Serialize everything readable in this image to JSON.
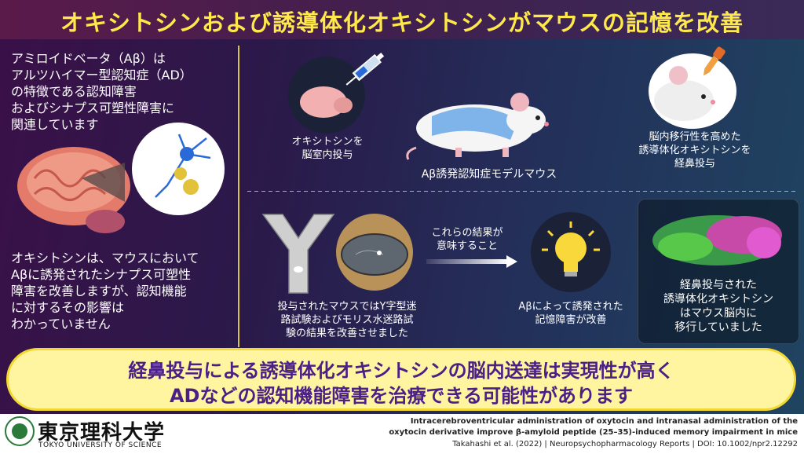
{
  "title": "オキシトシンおよび誘導体化オキシトシンがマウスの記憶を改善",
  "left": {
    "intro_lines": [
      "アミロイドベータ（Aβ）は",
      "アルツハイマー型認知症（AD）",
      "の特徴である認知障害",
      "およびシナプス可塑性障害に",
      "関連しています"
    ],
    "body_lines": [
      "オキシトシンは、マウスにおいて",
      "Aβに誘発されたシナプス可塑性",
      "障害を改善しますが、認知機能",
      "に対するその影響は",
      "わかっていません"
    ]
  },
  "top": {
    "icv_caption": [
      "オキシトシンを",
      "脳室内投与"
    ],
    "mouse_caption": "Aβ誘発認知症モデルマウス",
    "nasal_caption": [
      "脳内移行性を高めた",
      "誘導体化オキシトシンを",
      "経鼻投与"
    ]
  },
  "bottom": {
    "maze_caption": [
      "投与されたマウスではY字型迷",
      "路試験およびモリス水迷路試",
      "験の結果を改善させました"
    ],
    "arrow_caption": [
      "これらの結果が",
      "意味すること"
    ],
    "bulb_caption": [
      "Aβによって誘発された",
      "記憶障害が改善"
    ],
    "brain_caption": [
      "経鼻投与された",
      "誘導体化オキシトシン",
      "はマウス脳内に",
      "移行していました"
    ]
  },
  "conclusion": {
    "line1": "経鼻投与による誘導体化オキシトシンの脳内送達は実現性が高く",
    "line2": "ADなどの認知機能障害を治療できる可能性があります"
  },
  "footer": {
    "university_jp": "東京理科大学",
    "university_en": "TOKYO UNIVERSITY OF SCIENCE",
    "cite_line1": "Intracerebroventricular administration of oxytocin and intranasal administration of the",
    "cite_line2": "oxytocin derivative improve β-amyloid peptide (25–35)-induced memory impairment in mice",
    "cite_line3": "Takahashi et al. (2022)  |  Neuropsychopharmacology Reports  |  DOI: 10.1002/npr2.12292"
  },
  "colors": {
    "title": "#ffe94a",
    "banner_bg": "#fff4a0",
    "banner_text": "#4a1f86",
    "separator": "#d7c24a"
  }
}
